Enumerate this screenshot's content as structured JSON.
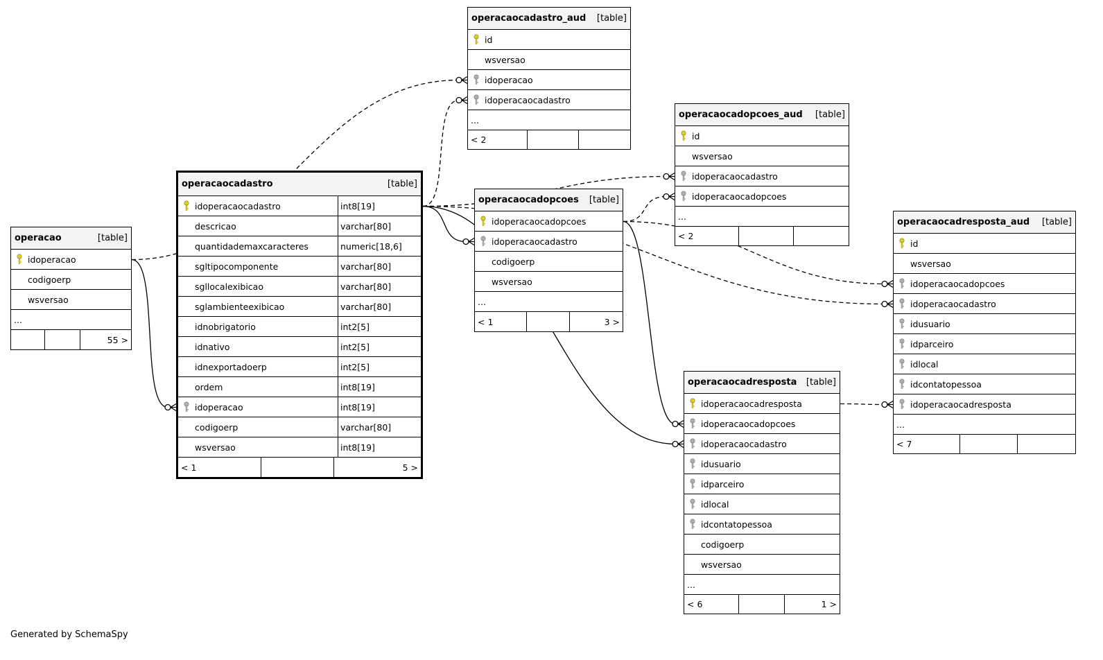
{
  "footer_text": "Generated by SchemaSpy",
  "colors": {
    "primary_key": "#e6d100",
    "foreign_key": "#b0b0b0",
    "header_bg": "#f3f3f3",
    "line": "#000000"
  },
  "tables": [
    {
      "id": "operacao",
      "name": "operacao",
      "type": "[table]",
      "columns": [
        {
          "name": "idoperacao",
          "key": "pk"
        },
        {
          "name": "codigoerp",
          "key": ""
        },
        {
          "name": "wsversao",
          "key": ""
        }
      ],
      "ellipsis": "...",
      "footer": [
        "",
        "",
        "55 >"
      ]
    },
    {
      "id": "operacaocadastro",
      "name": "operacaocadastro",
      "type": "[table]",
      "focus": true,
      "columns": [
        {
          "name": "idoperacaocadastro",
          "type": "int8[19]",
          "key": "pk"
        },
        {
          "name": "descricao",
          "type": "varchar[80]",
          "key": ""
        },
        {
          "name": "quantidademaxcaracteres",
          "type": "numeric[18,6]",
          "key": ""
        },
        {
          "name": "sgltipocomponente",
          "type": "varchar[80]",
          "key": ""
        },
        {
          "name": "sgllocalexibicao",
          "type": "varchar[80]",
          "key": ""
        },
        {
          "name": "sglambienteexibicao",
          "type": "varchar[80]",
          "key": ""
        },
        {
          "name": "idnobrigatorio",
          "type": "int2[5]",
          "key": ""
        },
        {
          "name": "idnativo",
          "type": "int2[5]",
          "key": ""
        },
        {
          "name": "idnexportadoerp",
          "type": "int2[5]",
          "key": ""
        },
        {
          "name": "ordem",
          "type": "int8[19]",
          "key": ""
        },
        {
          "name": "idoperacao",
          "type": "int8[19]",
          "key": "fk"
        },
        {
          "name": "codigoerp",
          "type": "varchar[80]",
          "key": ""
        },
        {
          "name": "wsversao",
          "type": "int8[19]",
          "key": ""
        }
      ],
      "footer": [
        "< 1",
        "",
        "5 >"
      ]
    },
    {
      "id": "operacaocadastro_aud",
      "name": "operacaocadastro_aud",
      "type": "[table]",
      "columns": [
        {
          "name": "id",
          "key": "pk"
        },
        {
          "name": "wsversao",
          "key": ""
        },
        {
          "name": "idoperacao",
          "key": "fk"
        },
        {
          "name": "idoperacaocadastro",
          "key": "fk"
        }
      ],
      "ellipsis": "...",
      "footer": [
        "< 2",
        "",
        ""
      ]
    },
    {
      "id": "operacaocadopcoes",
      "name": "operacaocadopcoes",
      "type": "[table]",
      "columns": [
        {
          "name": "idoperacaocadopcoes",
          "key": "pk"
        },
        {
          "name": "idoperacaocadastro",
          "key": "fk"
        },
        {
          "name": "codigoerp",
          "key": ""
        },
        {
          "name": "wsversao",
          "key": ""
        }
      ],
      "ellipsis": "...",
      "footer": [
        "< 1",
        "",
        "3 >"
      ]
    },
    {
      "id": "operacaocadopcoes_aud",
      "name": "operacaocadopcoes_aud",
      "type": "[table]",
      "columns": [
        {
          "name": "id",
          "key": "pk"
        },
        {
          "name": "wsversao",
          "key": ""
        },
        {
          "name": "idoperacaocadastro",
          "key": "fk"
        },
        {
          "name": "idoperacaocadopcoes",
          "key": "fk"
        }
      ],
      "ellipsis": "...",
      "footer": [
        "< 2",
        "",
        ""
      ]
    },
    {
      "id": "operacaocadresposta",
      "name": "operacaocadresposta",
      "type": "[table]",
      "columns": [
        {
          "name": "idoperacaocadresposta",
          "key": "pk"
        },
        {
          "name": "idoperacaocadopcoes",
          "key": "fk"
        },
        {
          "name": "idoperacaocadastro",
          "key": "fk"
        },
        {
          "name": "idusuario",
          "key": "fk"
        },
        {
          "name": "idparceiro",
          "key": "fk"
        },
        {
          "name": "idlocal",
          "key": "fk"
        },
        {
          "name": "idcontatopessoa",
          "key": "fk"
        },
        {
          "name": "codigoerp",
          "key": ""
        },
        {
          "name": "wsversao",
          "key": ""
        }
      ],
      "ellipsis": "...",
      "footer": [
        "< 6",
        "",
        "1 >"
      ]
    },
    {
      "id": "operacaocadresposta_aud",
      "name": "operacaocadresposta_aud",
      "type": "[table]",
      "columns": [
        {
          "name": "id",
          "key": "pk"
        },
        {
          "name": "wsversao",
          "key": ""
        },
        {
          "name": "idoperacaocadopcoes",
          "key": "fk"
        },
        {
          "name": "idoperacaocadastro",
          "key": "fk"
        },
        {
          "name": "idusuario",
          "key": "fk"
        },
        {
          "name": "idparceiro",
          "key": "fk"
        },
        {
          "name": "idlocal",
          "key": "fk"
        },
        {
          "name": "idcontatopessoa",
          "key": "fk"
        },
        {
          "name": "idoperacaocadresposta",
          "key": "fk"
        }
      ],
      "ellipsis": "...",
      "footer": [
        "< 7",
        "",
        ""
      ]
    }
  ],
  "relationships": [
    {
      "from": "operacao.idoperacao",
      "to": "operacaocadastro.idoperacao",
      "style": "solid"
    },
    {
      "from": "operacao.idoperacao",
      "to": "operacaocadastro_aud.idoperacao",
      "style": "dashed"
    },
    {
      "from": "operacaocadastro.idoperacaocadastro",
      "to": "operacaocadastro_aud.idoperacaocadastro",
      "style": "dashed"
    },
    {
      "from": "operacaocadastro.idoperacaocadastro",
      "to": "operacaocadopcoes.idoperacaocadastro",
      "style": "solid"
    },
    {
      "from": "operacaocadastro.idoperacaocadastro",
      "to": "operacaocadopcoes_aud.idoperacaocadastro",
      "style": "dashed"
    },
    {
      "from": "operacaocadastro.idoperacaocadastro",
      "to": "operacaocadresposta.idoperacaocadastro",
      "style": "solid"
    },
    {
      "from": "operacaocadastro.idoperacaocadastro",
      "to": "operacaocadresposta_aud.idoperacaocadastro",
      "style": "dashed"
    },
    {
      "from": "operacaocadopcoes.idoperacaocadopcoes",
      "to": "operacaocadopcoes_aud.idoperacaocadopcoes",
      "style": "dashed"
    },
    {
      "from": "operacaocadopcoes.idoperacaocadopcoes",
      "to": "operacaocadresposta.idoperacaocadopcoes",
      "style": "solid"
    },
    {
      "from": "operacaocadopcoes.idoperacaocadopcoes",
      "to": "operacaocadresposta_aud.idoperacaocadopcoes",
      "style": "dashed"
    },
    {
      "from": "operacaocadresposta.idoperacaocadresposta",
      "to": "operacaocadresposta_aud.idoperacaocadresposta",
      "style": "dashed"
    }
  ]
}
